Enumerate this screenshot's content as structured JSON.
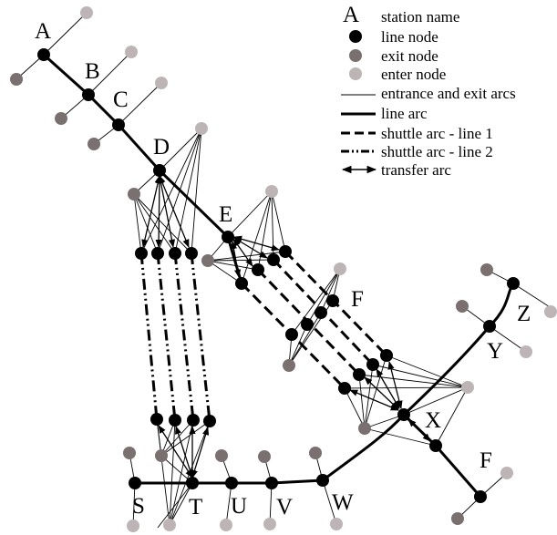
{
  "diagram": {
    "stations": [
      {
        "id": "A",
        "label": "A"
      },
      {
        "id": "B",
        "label": "B"
      },
      {
        "id": "C",
        "label": "C"
      },
      {
        "id": "D",
        "label": "D"
      },
      {
        "id": "E",
        "label": "E"
      },
      {
        "id": "F1",
        "label": "F"
      },
      {
        "id": "X",
        "label": "X"
      },
      {
        "id": "F2",
        "label": "F"
      },
      {
        "id": "Y",
        "label": "Y"
      },
      {
        "id": "Z",
        "label": "Z"
      },
      {
        "id": "S",
        "label": "S"
      },
      {
        "id": "T",
        "label": "T"
      },
      {
        "id": "U",
        "label": "U"
      },
      {
        "id": "V",
        "label": "V"
      },
      {
        "id": "W",
        "label": "W"
      }
    ],
    "legend": {
      "symbol_A": "A",
      "items": [
        {
          "key": "station",
          "label": "station name"
        },
        {
          "key": "line-node",
          "label": "line node",
          "color": "#000000"
        },
        {
          "key": "exit-node",
          "label": "exit node",
          "color": "#7a7070"
        },
        {
          "key": "enter-node",
          "label": "enter node",
          "color": "#bdb5b5"
        },
        {
          "key": "entrance-exit-arc",
          "label": "entrance and exit arcs"
        },
        {
          "key": "line-arc",
          "label": "line arc"
        },
        {
          "key": "shuttle-1",
          "label": "shuttle arc - line 1"
        },
        {
          "key": "shuttle-2",
          "label": "shuttle arc - line 2"
        },
        {
          "key": "transfer",
          "label": "transfer arc"
        }
      ]
    },
    "colors": {
      "line": "#000000",
      "exit": "#7a7070",
      "enter": "#bdb5b5"
    }
  }
}
